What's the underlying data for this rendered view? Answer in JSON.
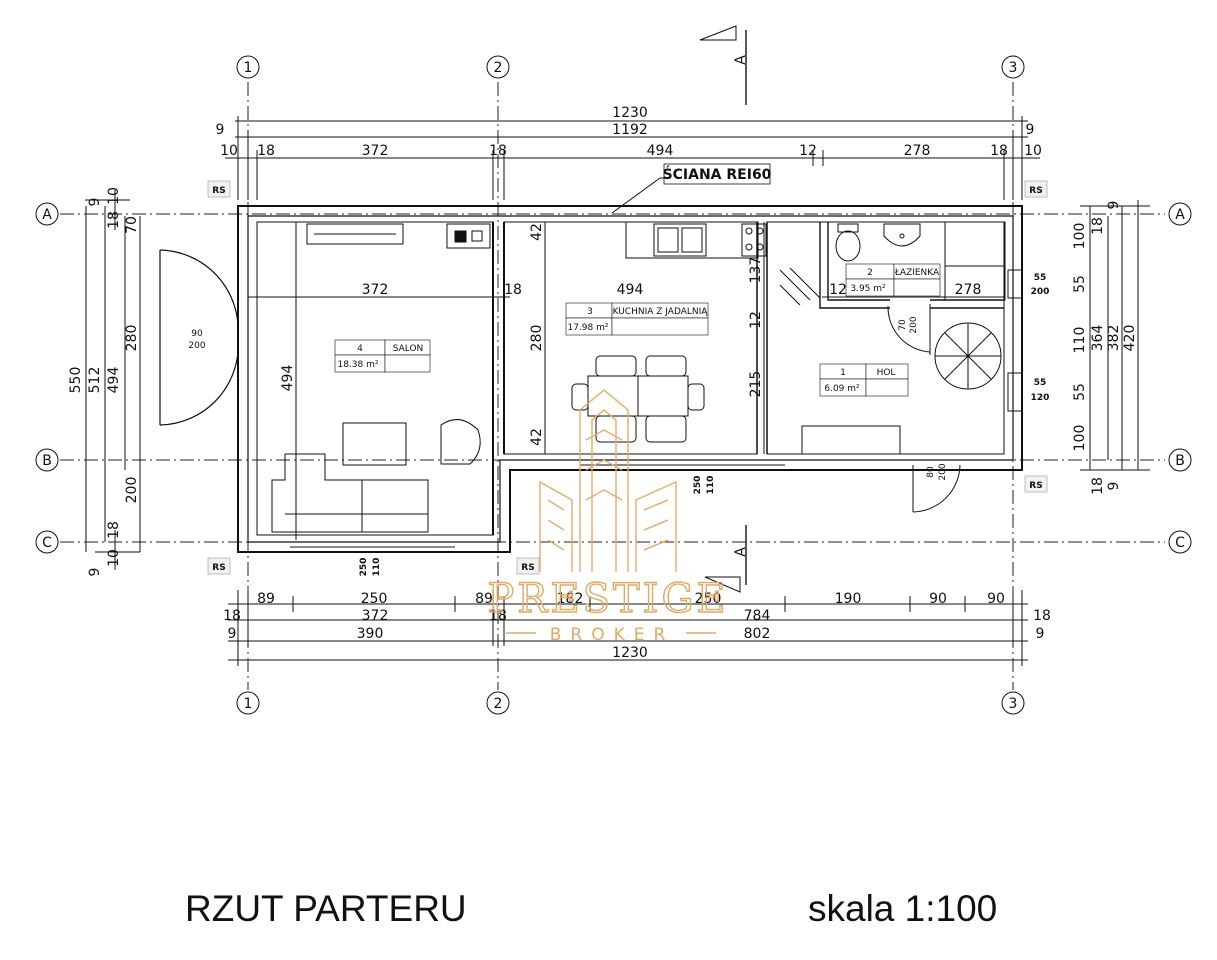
{
  "plan": {
    "title": "RZUT PARTERU",
    "scale": "skala 1:100",
    "wall_label": "ŚCIANA REI60",
    "section_label": "A",
    "axes_vertical": [
      "1",
      "2",
      "3"
    ],
    "axes_horizontal": [
      "A",
      "B",
      "C"
    ],
    "smoke_vent_label": "RS",
    "rooms": [
      {
        "no": "4",
        "name": "SALON",
        "area": "18.38 m²"
      },
      {
        "no": "3",
        "name": "KUCHNIA Z JADALNIĄ",
        "area": "17.98 m²"
      },
      {
        "no": "2",
        "name": "ŁAZIENKA",
        "area": "3.95 m²"
      },
      {
        "no": "1",
        "name": "HOL",
        "area": "6.09 m²"
      }
    ],
    "dims_top": {
      "row1": [
        "1230"
      ],
      "row2": [
        "9",
        "1192",
        "9"
      ],
      "row3": [
        "10",
        "18",
        "372",
        "18",
        "494",
        "12",
        "278",
        "18",
        "10"
      ]
    },
    "dims_bottom": {
      "row1": [
        "18",
        "89",
        "250",
        "89",
        "182",
        "250",
        "190",
        "90",
        "90",
        "18"
      ],
      "row2": [
        "372",
        "18",
        "784"
      ],
      "row3": [
        "9",
        "390",
        "802",
        "9"
      ],
      "row4": [
        "1230"
      ]
    },
    "dims_left": [
      "550",
      "512",
      "494",
      "280",
      "200",
      "70",
      "18",
      "10",
      "9",
      "18",
      "10",
      "9"
    ],
    "dims_right": [
      "100",
      "55",
      "110",
      "55",
      "100",
      "364",
      "382",
      "420",
      "18",
      "9",
      "18",
      "9"
    ],
    "dims_inner": [
      "372",
      "18",
      "494",
      "494",
      "280",
      "42",
      "42",
      "137",
      "12",
      "215",
      "12",
      "278"
    ],
    "openings": [
      {
        "top": "90",
        "bottom": "200"
      },
      {
        "top": "55",
        "bottom": "200"
      },
      {
        "top": "55",
        "bottom": "120"
      },
      {
        "top": "70",
        "bottom": "200"
      },
      {
        "top": "80",
        "bottom": "200"
      },
      {
        "top": "250",
        "bottom": "110"
      },
      {
        "top": "250",
        "bottom": "110"
      }
    ],
    "watermark": {
      "brand": "PRESTIGE",
      "sub": "BROKER"
    }
  }
}
